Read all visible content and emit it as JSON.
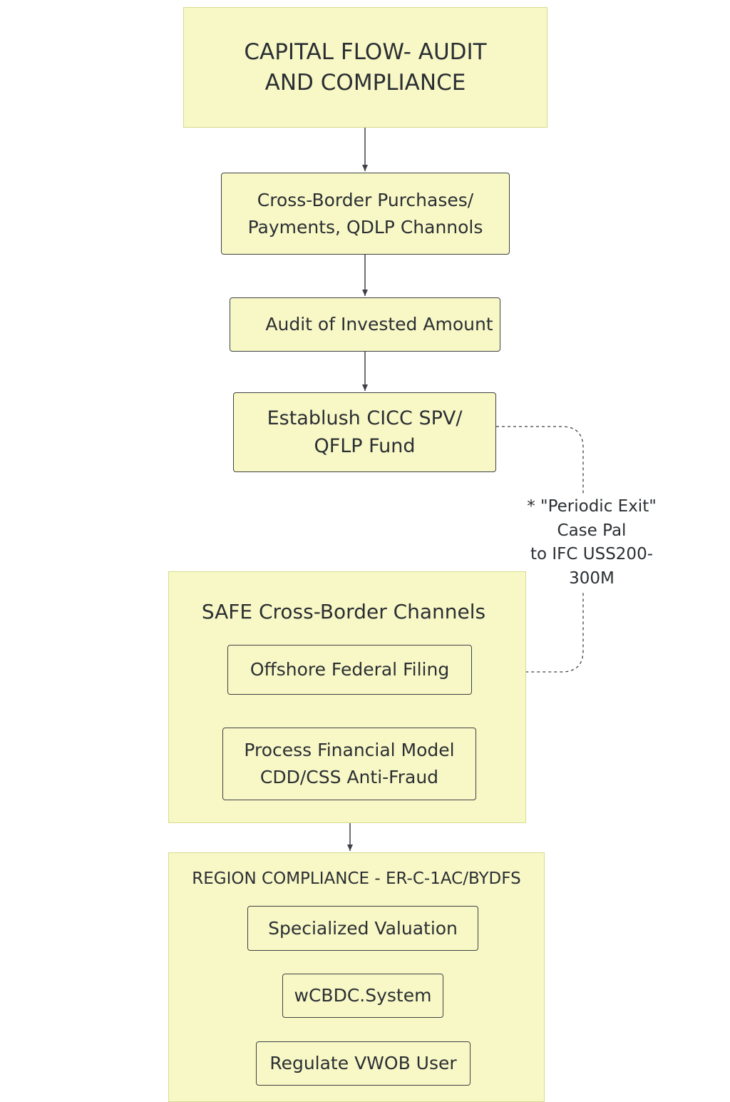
{
  "diagram": {
    "title": "CAPITAL FLOW- AUDIT\nAND COMPLIANCE",
    "steps": {
      "cross_border": "Cross-Border Purchases/\nPayments, QDLP Channols",
      "audit": "Audit of Invested Amount",
      "establish": "Establush CICC SPV/\nQFLP Fund"
    },
    "note": "* \"Periodic Exit\"\nCase Pal\nto IFC USS200-\n300M",
    "safe_panel": {
      "heading": "SAFE Cross-Border Channels",
      "steps": {
        "offshore": "Offshore Federal Filing",
        "process": "Process Financial Model\nCDD/CSS Anti-Fraud"
      }
    },
    "region_panel": {
      "heading": "REGION COMPLIANCE - ER-C-1AC/BYDFS",
      "steps": {
        "valuation": "Specialized Valuation",
        "wcbdc": "wCBDC.System",
        "regulate": "Regulate VWOB User"
      }
    }
  }
}
